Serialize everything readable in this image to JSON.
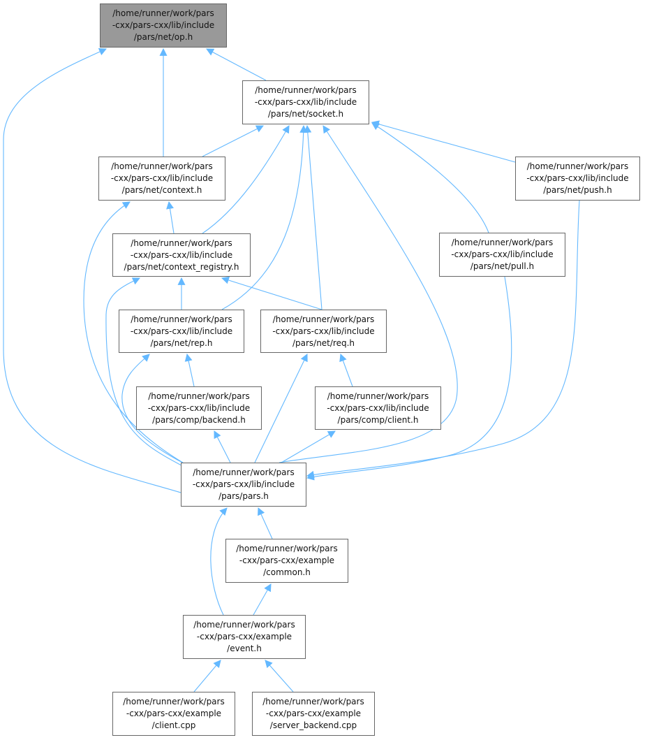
{
  "colors": {
    "edge": "#63b8ff",
    "root_fill": "#999999",
    "node_border": "#666666"
  },
  "nodes": [
    {
      "id": "op",
      "lines": [
        "/home/runner/work/pars",
        "-cxx/pars-cxx/lib/include",
        "/pars/net/op.h"
      ]
    },
    {
      "id": "socket",
      "lines": [
        "/home/runner/work/pars",
        "-cxx/pars-cxx/lib/include",
        "/pars/net/socket.h"
      ]
    },
    {
      "id": "context",
      "lines": [
        "/home/runner/work/pars",
        "-cxx/pars-cxx/lib/include",
        "/pars/net/context.h"
      ]
    },
    {
      "id": "push",
      "lines": [
        "/home/runner/work/pars",
        "-cxx/pars-cxx/lib/include",
        "/pars/net/push.h"
      ]
    },
    {
      "id": "context_registry",
      "lines": [
        "/home/runner/work/pars",
        "-cxx/pars-cxx/lib/include",
        "/pars/net/context_registry.h"
      ]
    },
    {
      "id": "pull",
      "lines": [
        "/home/runner/work/pars",
        "-cxx/pars-cxx/lib/include",
        "/pars/net/pull.h"
      ]
    },
    {
      "id": "rep",
      "lines": [
        "/home/runner/work/pars",
        "-cxx/pars-cxx/lib/include",
        "/pars/net/rep.h"
      ]
    },
    {
      "id": "req",
      "lines": [
        "/home/runner/work/pars",
        "-cxx/pars-cxx/lib/include",
        "/pars/net/req.h"
      ]
    },
    {
      "id": "backend",
      "lines": [
        "/home/runner/work/pars",
        "-cxx/pars-cxx/lib/include",
        "/pars/comp/backend.h"
      ]
    },
    {
      "id": "client_h",
      "lines": [
        "/home/runner/work/pars",
        "-cxx/pars-cxx/lib/include",
        "/pars/comp/client.h"
      ]
    },
    {
      "id": "pars",
      "lines": [
        "/home/runner/work/pars",
        "-cxx/pars-cxx/lib/include",
        "/pars/pars.h"
      ]
    },
    {
      "id": "common",
      "lines": [
        "/home/runner/work/pars",
        "-cxx/pars-cxx/example",
        "/common.h"
      ]
    },
    {
      "id": "event",
      "lines": [
        "/home/runner/work/pars",
        "-cxx/pars-cxx/example",
        "/event.h"
      ]
    },
    {
      "id": "client_cpp",
      "lines": [
        "/home/runner/work/pars",
        "-cxx/pars-cxx/example",
        "/client.cpp"
      ]
    },
    {
      "id": "server_backend",
      "lines": [
        "/home/runner/work/pars",
        "-cxx/pars-cxx/example",
        "/server_backend.cpp"
      ]
    }
  ],
  "edges": [
    [
      "context",
      "op"
    ],
    [
      "socket",
      "op"
    ],
    [
      "pars",
      "op"
    ],
    [
      "context",
      "socket"
    ],
    [
      "context_registry",
      "socket"
    ],
    [
      "rep",
      "socket"
    ],
    [
      "req",
      "socket"
    ],
    [
      "pars",
      "socket"
    ],
    [
      "pull",
      "socket"
    ],
    [
      "push",
      "socket"
    ],
    [
      "context_registry",
      "context"
    ],
    [
      "pars",
      "context"
    ],
    [
      "push",
      "pars"
    ],
    [
      "pull",
      "pars"
    ],
    [
      "rep",
      "context_registry"
    ],
    [
      "req",
      "context_registry"
    ],
    [
      "pars",
      "context_registry"
    ],
    [
      "backend",
      "rep"
    ],
    [
      "pars",
      "rep"
    ],
    [
      "pars",
      "req"
    ],
    [
      "client_h",
      "req"
    ],
    [
      "pars",
      "backend"
    ],
    [
      "pars",
      "client_h"
    ],
    [
      "event",
      "pars"
    ],
    [
      "common",
      "pars"
    ],
    [
      "event",
      "common"
    ],
    [
      "client_cpp",
      "event"
    ],
    [
      "server_backend",
      "event"
    ]
  ]
}
